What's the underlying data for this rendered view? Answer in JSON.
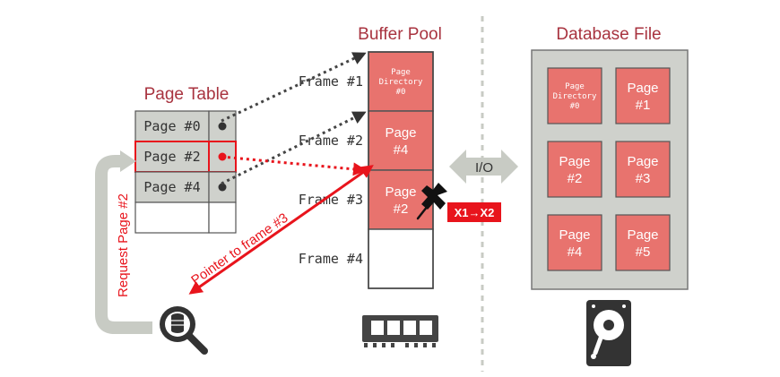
{
  "colors": {
    "title": "#a8333f",
    "page_fill": "#e8736e",
    "page_stroke": "#555555",
    "db_bg": "#cfd1cc",
    "gray_arrow": "#c8cbc4",
    "accent_red": "#e8141c",
    "dark": "#333333"
  },
  "buffer_pool": {
    "title": "Buffer Pool",
    "frames": [
      {
        "label": "Frame #1",
        "content": [
          "Page",
          "Directory",
          "#0"
        ],
        "filled": true,
        "small": true
      },
      {
        "label": "Frame #2",
        "content": [
          "Page",
          "#4"
        ],
        "filled": true,
        "small": false
      },
      {
        "label": "Frame #3",
        "content": [
          "Page",
          "#2"
        ],
        "filled": true,
        "small": false
      },
      {
        "label": "Frame #4",
        "content": [],
        "filled": false,
        "small": false
      }
    ]
  },
  "database_file": {
    "title": "Database File",
    "pages": [
      {
        "content": [
          "Page",
          "Directory",
          "#0"
        ],
        "small": true
      },
      {
        "content": [
          "Page",
          "#1"
        ],
        "small": false
      },
      {
        "content": [
          "Page",
          "#2"
        ],
        "small": false
      },
      {
        "content": [
          "Page",
          "#3"
        ],
        "small": false
      },
      {
        "content": [
          "Page",
          "#4"
        ],
        "small": false
      },
      {
        "content": [
          "Page",
          "#5"
        ],
        "small": false
      }
    ]
  },
  "page_table": {
    "title": "Page Table",
    "rows": [
      {
        "label": "Page #0",
        "highlight": false
      },
      {
        "label": "Page #2",
        "highlight": true
      },
      {
        "label": "Page #4",
        "highlight": false
      },
      {
        "label": "",
        "highlight": false
      }
    ]
  },
  "io_label": "I/O",
  "latch_badge": "X1→X2",
  "request_label": "Request Page #2",
  "pointer_label": "Pointer to frame #3",
  "icons": {
    "ram": "memory-module-icon",
    "disk": "hard-disk-icon",
    "search": "database-search-icon",
    "pin": "push-pin-icon"
  }
}
